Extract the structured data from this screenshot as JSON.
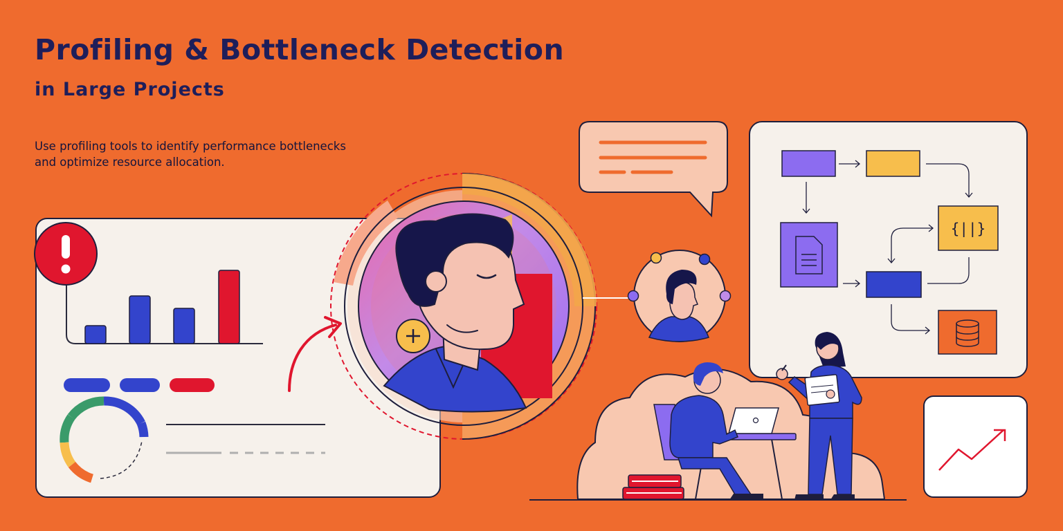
{
  "header": {
    "title": "Profiling & Bottleneck Detection",
    "subtitle": "in Large Projects",
    "description": "Use profiling tools to identify performance bottlenecks and optimize resource allocation."
  },
  "flowchart": {
    "code_glyph": "{||}"
  },
  "colors": {
    "background": "#EF6B2E",
    "navy": "#1E1E5A",
    "blue": "#3344CC",
    "red": "#E0162E",
    "amber": "#F7BE4C",
    "purple": "#8C6CF0",
    "peach": "#F8C8B0",
    "cream": "#F6F1EB"
  },
  "icons": [
    "alert-icon",
    "document-icon",
    "database-icon",
    "code-icon",
    "plus-icon",
    "trend-up-icon",
    "laptop-icon",
    "books-icon",
    "notepad-icon"
  ]
}
